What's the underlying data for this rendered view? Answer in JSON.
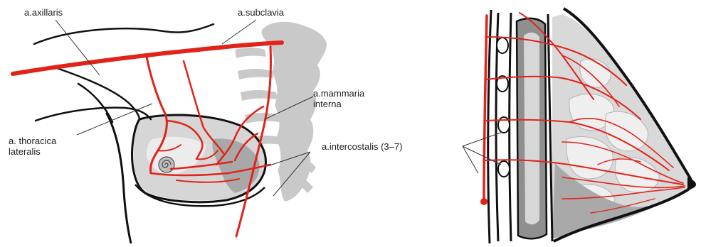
{
  "labels": {
    "axillaris": "a.axillaris",
    "subclavia": "a.subclavia",
    "mammaria_line1": "a.mammaria",
    "mammaria_line2": "interna",
    "thoracica_line1": "a. thoracica",
    "thoracica_line2": "lateralis",
    "intercostalis": "a.intercostalis (3–7)"
  },
  "colors": {
    "artery": "#e2231a",
    "outline": "#111111",
    "bone": "#c9c9c9",
    "bone_dark": "#a5a5a5",
    "leader": "#333333"
  }
}
